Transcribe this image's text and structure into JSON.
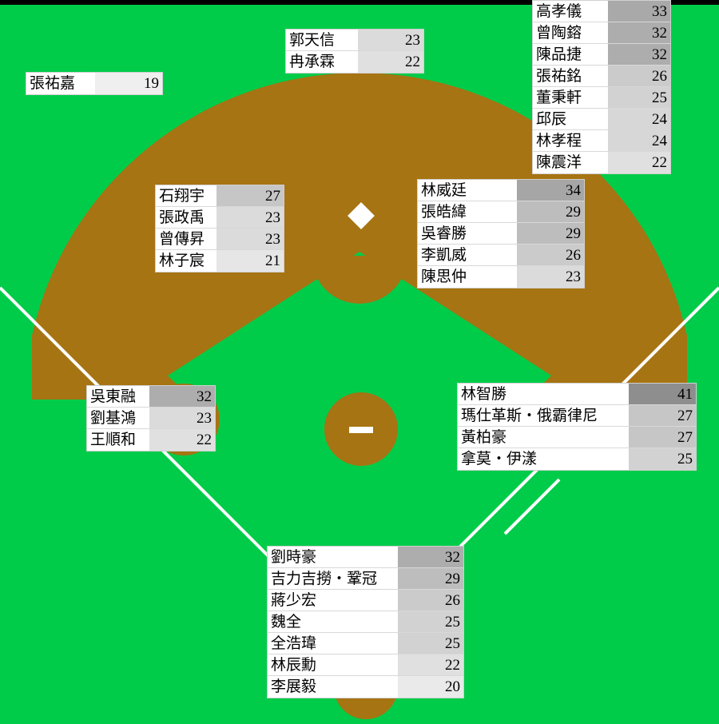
{
  "colors": {
    "grass": "#00cc4a",
    "dirt": "#a67412",
    "lines": "#ffffff",
    "shade": {
      "41": "#8e8e8e",
      "34": "#a6a6a6",
      "33": "#a9a9a9",
      "32": "#adadad",
      "29": "#bdbdbd",
      "27": "#c6c6c6",
      "26": "#cbcbcb",
      "25": "#d2d2d2",
      "24": "#d7d7d7",
      "23": "#dbdbdb",
      "22": "#e0e0e0",
      "21": "#e6e6e6",
      "20": "#eaeaea",
      "19": "#efefef"
    }
  },
  "boxes": [
    {
      "id": "dh",
      "players": [
        {
          "name": "張祐嘉",
          "value": 19
        }
      ]
    },
    {
      "id": "c-top",
      "players": [
        {
          "name": "郭天信",
          "value": 23
        },
        {
          "name": "冉承霖",
          "value": 22
        }
      ]
    },
    {
      "id": "bench",
      "players": [
        {
          "name": "高孝儀",
          "value": 33
        },
        {
          "name": "曾陶鎔",
          "value": 32
        },
        {
          "name": "陳品捷",
          "value": 32
        },
        {
          "name": "張祐銘",
          "value": 26
        },
        {
          "name": "董秉軒",
          "value": 25
        },
        {
          "name": "邱辰",
          "value": 24
        },
        {
          "name": "林孝程",
          "value": 24
        },
        {
          "name": "陳震洋",
          "value": 22
        }
      ]
    },
    {
      "id": "second-base",
      "players": [
        {
          "name": "石翔宇",
          "value": 27
        },
        {
          "name": "張政禹",
          "value": 23
        },
        {
          "name": "曾傳昇",
          "value": 23
        },
        {
          "name": "林子宸",
          "value": 21
        }
      ]
    },
    {
      "id": "shortstop",
      "players": [
        {
          "name": "林威廷",
          "value": 34
        },
        {
          "name": "張皓緯",
          "value": 29
        },
        {
          "name": "吳睿勝",
          "value": 29
        },
        {
          "name": "李凱威",
          "value": 26
        },
        {
          "name": "陳思仲",
          "value": 23
        }
      ]
    },
    {
      "id": "first-base",
      "players": [
        {
          "name": "吳東融",
          "value": 32
        },
        {
          "name": "劉基鴻",
          "value": 23
        },
        {
          "name": "王順和",
          "value": 22
        }
      ]
    },
    {
      "id": "third-base",
      "players": [
        {
          "name": "林智勝",
          "value": 41
        },
        {
          "name": "瑪仕革斯・俄霸律尼",
          "value": 27
        },
        {
          "name": "黃柏豪",
          "value": 27
        },
        {
          "name": "拿莫・伊漾",
          "value": 25
        }
      ]
    },
    {
      "id": "catcher",
      "players": [
        {
          "name": "劉時豪",
          "value": 32
        },
        {
          "name": "吉力吉撈・鞏冠",
          "value": 29
        },
        {
          "name": "蔣少宏",
          "value": 26
        },
        {
          "name": "魏全",
          "value": 25
        },
        {
          "name": "全浩瑋",
          "value": 25
        },
        {
          "name": "林辰勳",
          "value": 22
        },
        {
          "name": "李展毅",
          "value": 20
        }
      ]
    }
  ]
}
